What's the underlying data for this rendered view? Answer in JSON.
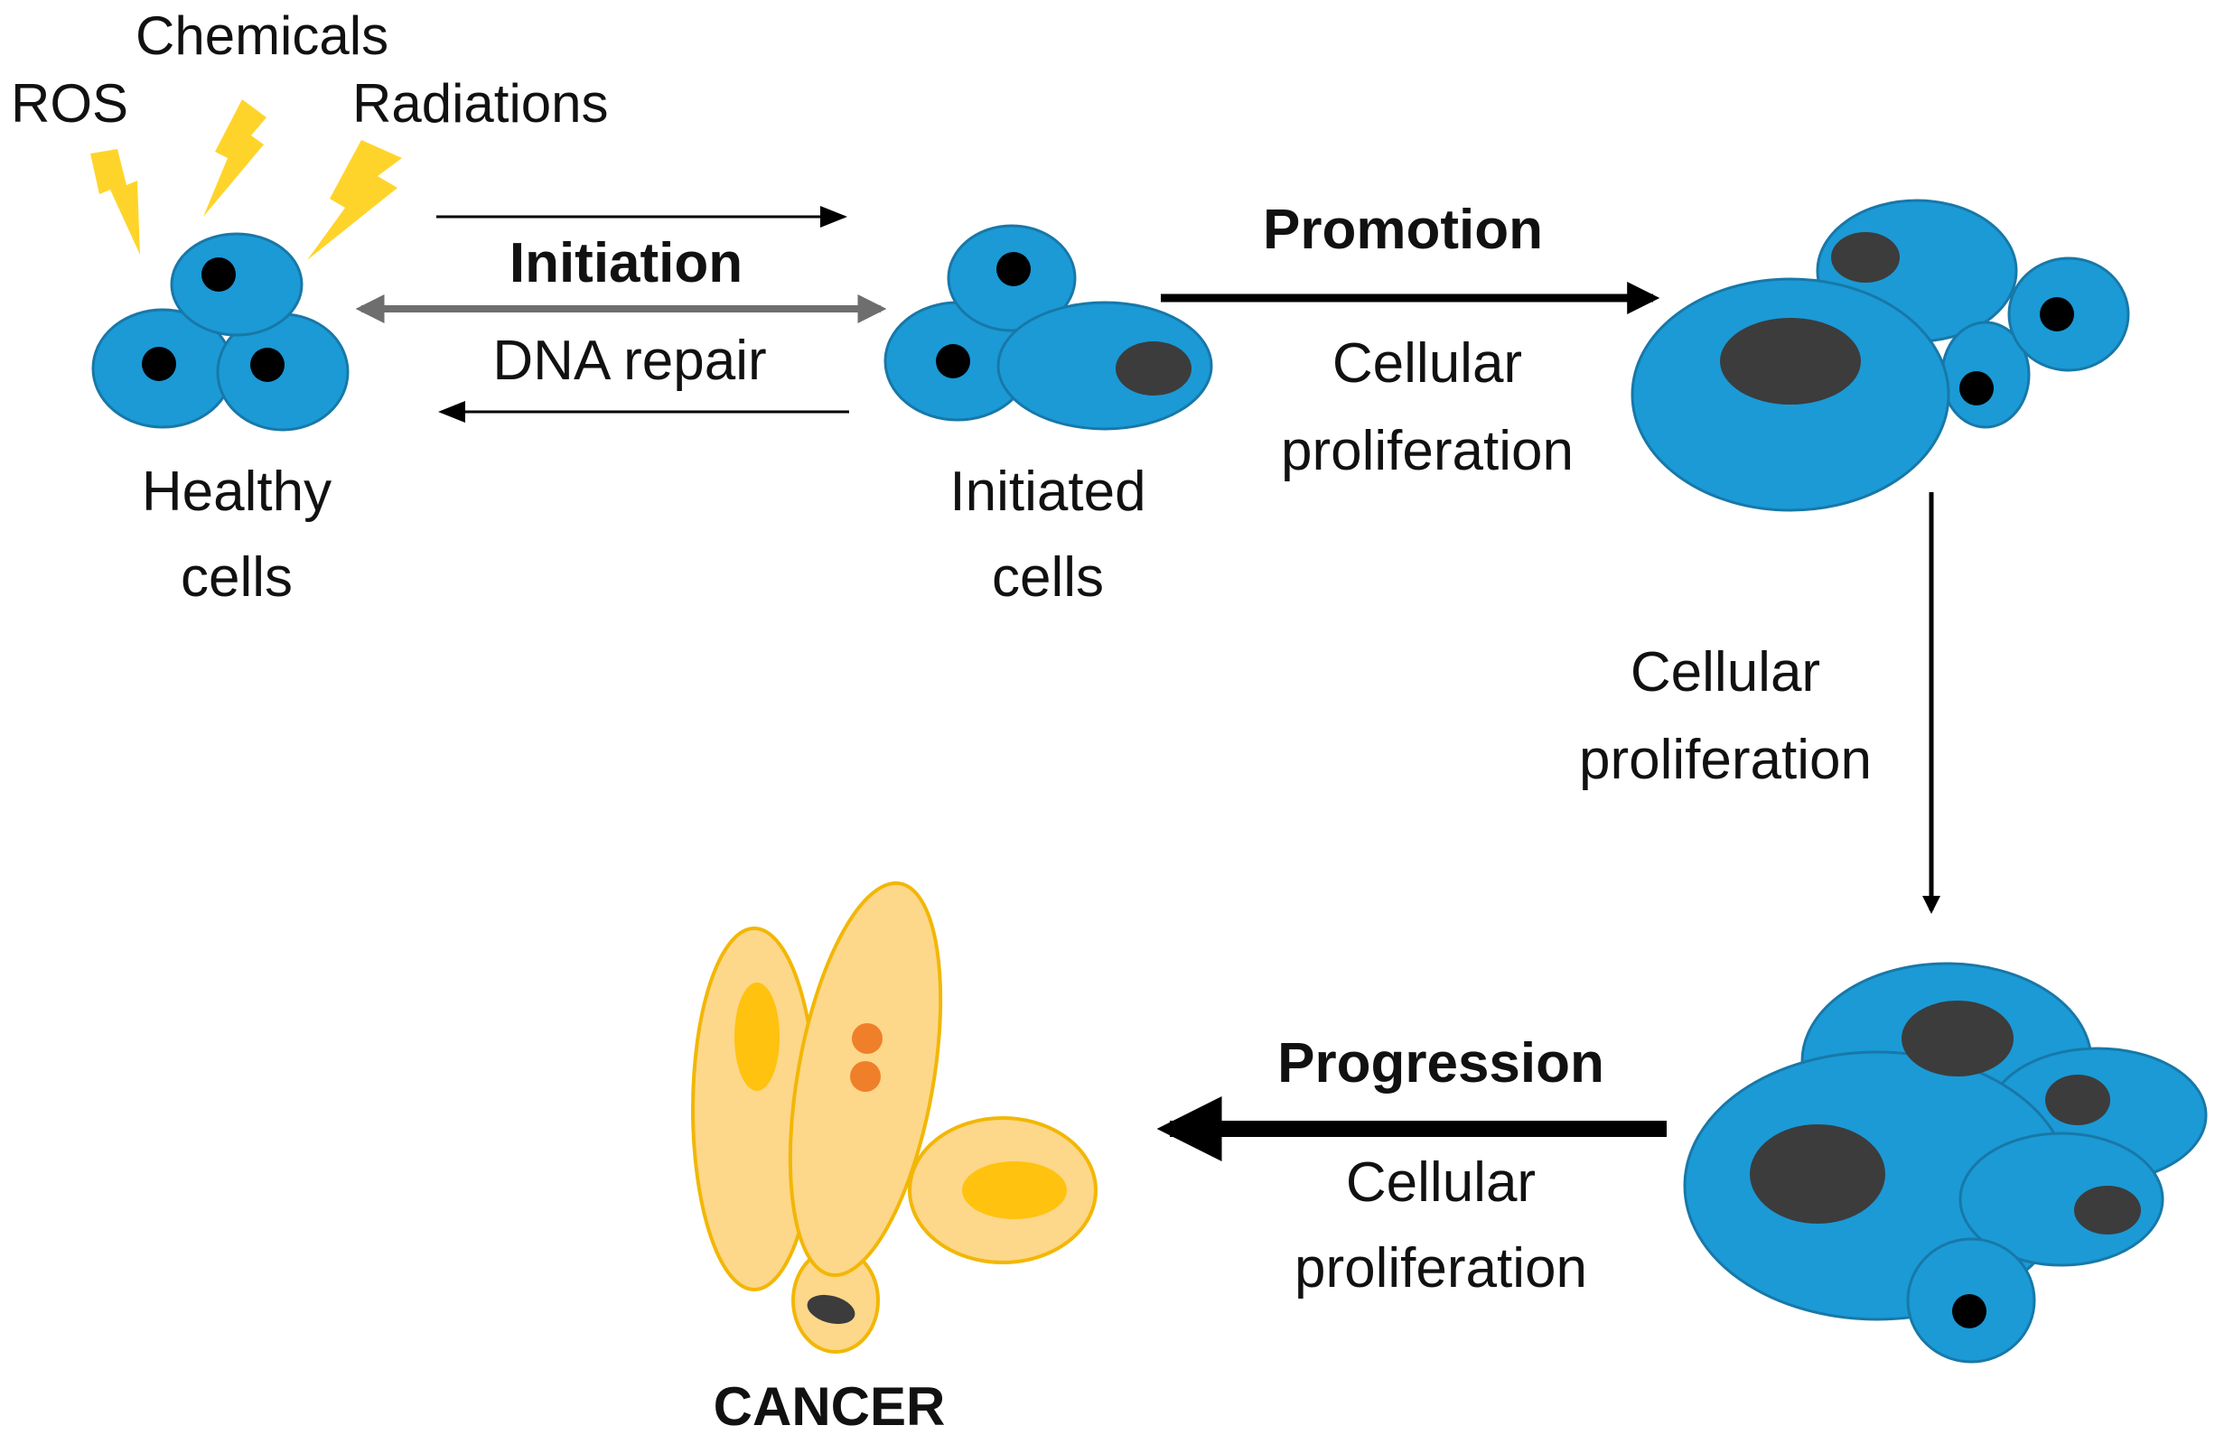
{
  "labels": {
    "ros": "ROS",
    "chemicals": "Chemicals",
    "radiations": "Radiations",
    "healthy_line1": "Healthy",
    "healthy_line2": "cells",
    "initiation": "Initiation",
    "dna_repair": "DNA repair",
    "initiated_line1": "Initiated",
    "initiated_line2": "cells",
    "promotion": "Promotion",
    "promotion_prolif_line1": "Cellular",
    "promotion_prolif_line2": "proliferation",
    "vertical_prolif_line1": "Cellular",
    "vertical_prolif_line2": "proliferation",
    "progression": "Progression",
    "progression_prolif_line1": "Cellular",
    "progression_prolif_line2": "proliferation",
    "cancer": "CANCER"
  },
  "colors": {
    "cell_fill": "#1B9AD6",
    "cell_stroke": "#1878A8",
    "nucleus_small": "#000000",
    "nucleus_large": "#3C3C3C",
    "lightning": "#FFD42A",
    "grey_arrow": "#6E6E6E",
    "arrow": "#000000",
    "cancer_fill": "#FDD78A",
    "cancer_stroke": "#F2B705",
    "cancer_nucleus": "#FFC20E",
    "cancer_dots": "#F07F2A"
  },
  "icons": [
    "lightning-bolt-icon",
    "cell-icon",
    "nucleus-icon",
    "arrow-icon"
  ]
}
